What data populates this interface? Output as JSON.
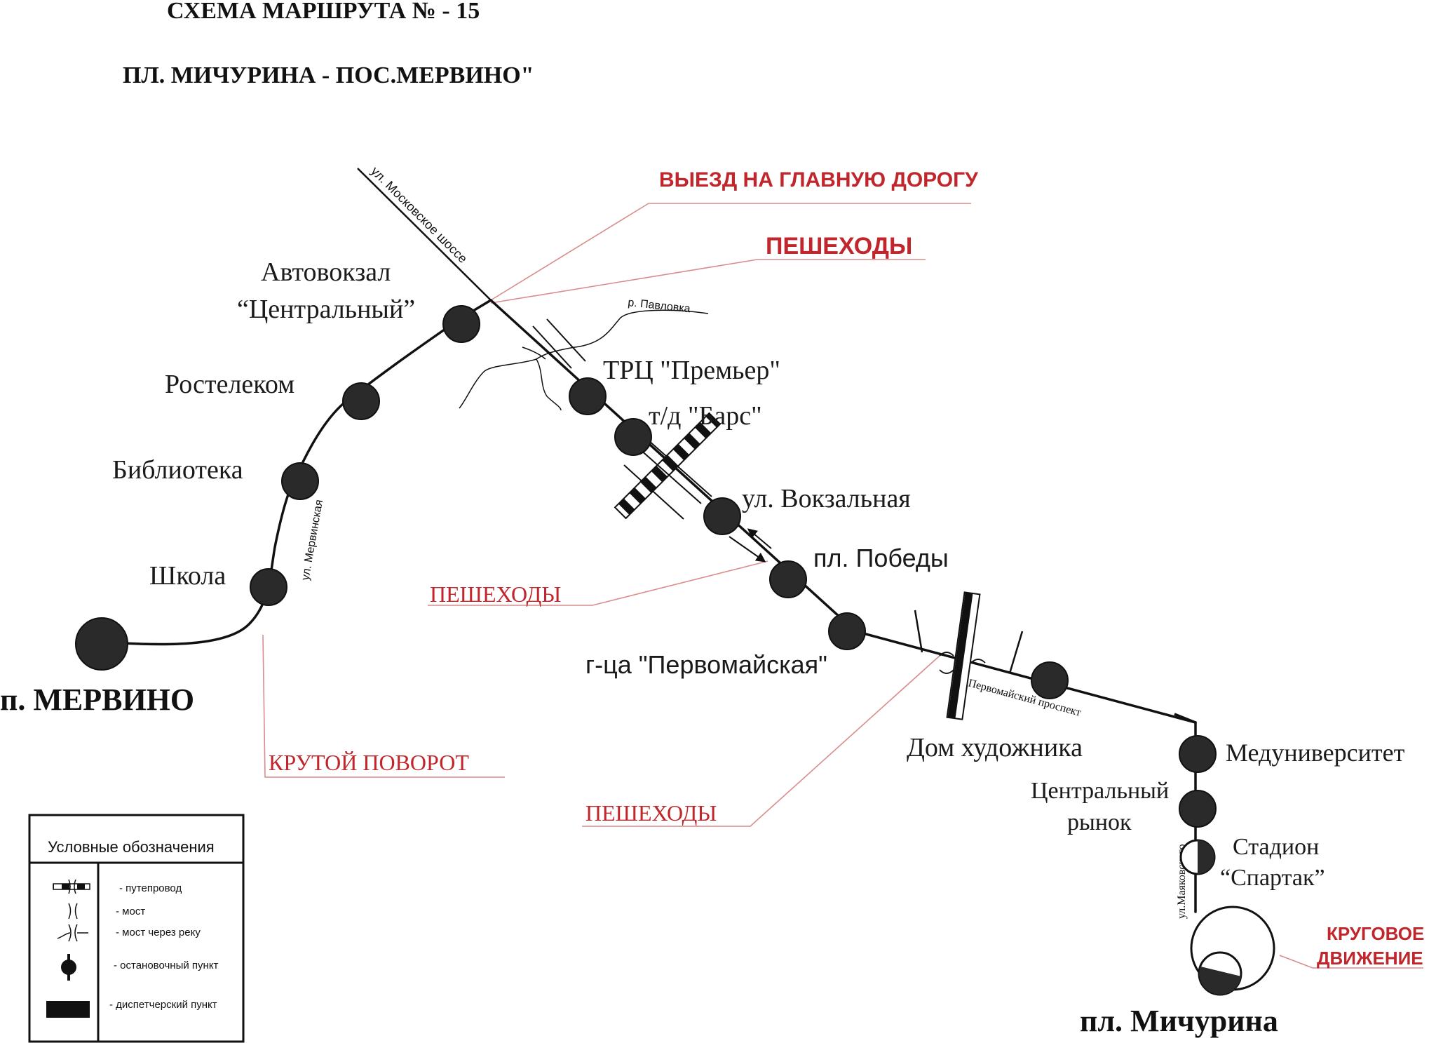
{
  "title": {
    "line1": "СХЕМА   МАРШРУТА  № - 15",
    "line2": "ПЛ. МИЧУРИНА - ПОС.МЕРВИНО\""
  },
  "stops": {
    "avtovokzal_1": "Автовокзал",
    "avtovokzal_2": "“Центральный”",
    "rostelekom": "Ростелеком",
    "biblioteka": "Библиотека",
    "shkola": "Школа",
    "premier": "ТРЦ \"Премьер\"",
    "bars": "т/д \"Барс\"",
    "vokzalnaya": "ул. Вокзальная",
    "pobedy": "пл. Победы",
    "pervomaiskaya": "г-ца \"Первомайская\"",
    "dom_hudozhnika": "Дом художника",
    "meduniversitet": "Медуниверситет",
    "rynok_1": "Центральный",
    "rynok_2": "рынок",
    "stadion_1": "Стадион",
    "stadion_2": "“Спартак”"
  },
  "terminals": {
    "mervino": "п. МЕРВИНО",
    "michurina": "пл. Мичурина"
  },
  "warnings": {
    "exit_main_road": "ВЫЕЗД НА ГЛАВНУЮ ДОРОГУ",
    "pedestrians_1": "ПЕШЕХОДЫ",
    "pedestrians_2": "ПЕШЕХОДЫ",
    "pedestrians_3": "ПЕШЕХОДЫ",
    "sharp_turn": "КРУТОЙ ПОВОРОТ",
    "roundabout_1": "КРУГОВОЕ",
    "roundabout_2": "ДВИЖЕНИЕ"
  },
  "streets": {
    "moskovskoe": "ул. Московское шоссе",
    "pavlovka": "р. Павловка",
    "mervinskaya": "ул. Мервинская",
    "pervomaisky": "Первомайский проспект",
    "mayakovskogo": "ул.Маяковского"
  },
  "legend": {
    "title": "Условные обозначения",
    "items": [
      {
        "icon": "overpass-icon",
        "label": "- путепровод"
      },
      {
        "icon": "bridge-icon",
        "label": "- мост"
      },
      {
        "icon": "river-bridge-icon",
        "label": "- мост через реку"
      },
      {
        "icon": "bus-stop-icon",
        "label": "- остановочный пункт"
      },
      {
        "icon": "dispatch-point-icon",
        "label": "- диспетчерский пункт"
      }
    ]
  },
  "colors": {
    "line": "#111111",
    "stop": "#2a2a2a",
    "warning": "#c0262b",
    "leader": "#d98c8c"
  }
}
